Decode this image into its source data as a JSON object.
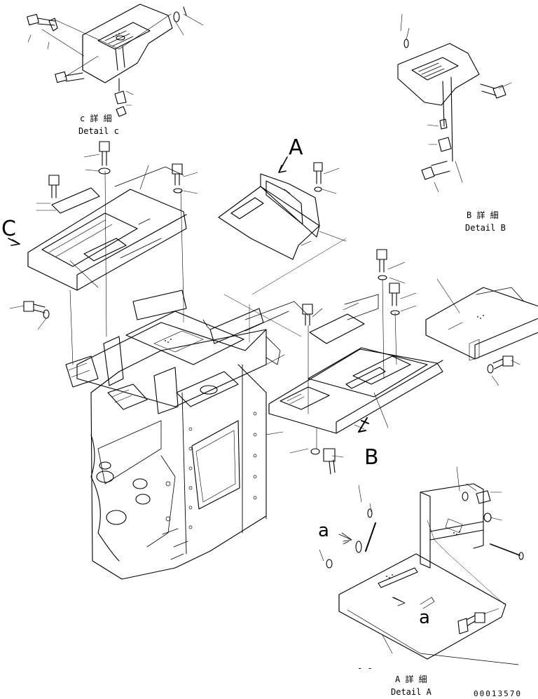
{
  "details": {
    "c": {
      "jp": "c 詳 細",
      "en": "Detail c"
    },
    "b": {
      "jp": "B 詳 細",
      "en": "Detail B"
    },
    "a": {
      "jp": "A 詳 細",
      "en": "Detail A"
    }
  },
  "view_markers": {
    "A": "A",
    "B": "B",
    "C": "C",
    "a1": "a",
    "a2": "a"
  },
  "drawing_number": "00013570",
  "stray_mark": "- -",
  "colors": {
    "line": "#000000",
    "background": "#ffffff"
  }
}
